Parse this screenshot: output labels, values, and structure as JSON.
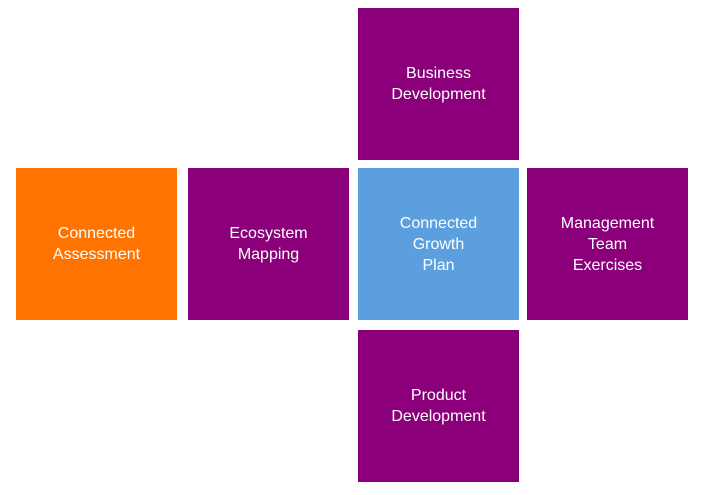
{
  "colors": {
    "purple": "#8B007A",
    "orange": "#FF7300",
    "blue": "#5B9FDF",
    "text": "#FFFFFF"
  },
  "tiles": {
    "business_development": {
      "label": "Business\nDevelopment",
      "color": "purple"
    },
    "connected_assessment": {
      "label": "Connected\nAssessment",
      "color": "orange"
    },
    "ecosystem_mapping": {
      "label": "Ecosystem\nMapping",
      "color": "purple"
    },
    "connected_growth_plan": {
      "label": "Connected\nGrowth\nPlan",
      "color": "blue"
    },
    "management_team_exercises": {
      "label": "Management\nTeam\nExercises",
      "color": "purple"
    },
    "product_development": {
      "label": "Product\nDevelopment",
      "color": "purple"
    }
  }
}
